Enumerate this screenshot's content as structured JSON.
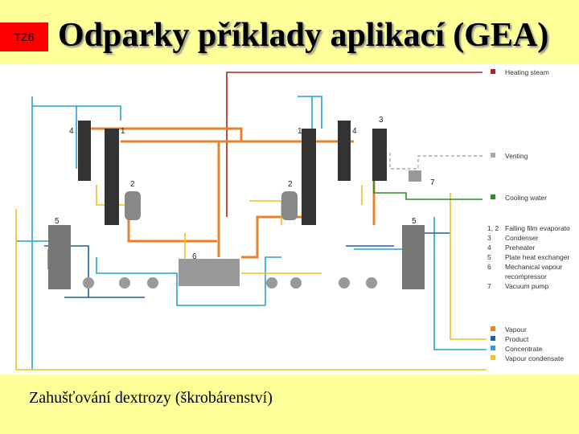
{
  "slide": {
    "badge": "TZ6",
    "title": "Odparky příklady aplikací (GEA)",
    "caption": "Zahušťování dextrozy (škrobárenství)"
  },
  "colors": {
    "background": "#ffff99",
    "badge": "#ff0000",
    "heating_steam": "#b22222",
    "venting": "#aaaaaa",
    "cooling_water": "#2e8b2e",
    "vapour": "#e8822a",
    "product": "#1f5fa8",
    "concentrate": "#2aa0d8",
    "vapour_condensate": "#f0c020"
  },
  "diagram": {
    "labels": {
      "n1_left": "1",
      "n1_right": "1",
      "n2_left": "2",
      "n2_right": "2",
      "n3": "3",
      "n4_left": "4",
      "n4_right": "4",
      "n5_left": "5",
      "n5_right": "5",
      "n6": "6",
      "n7": "7"
    },
    "legend_top": [
      {
        "key": "heating",
        "text": "Heating steam",
        "color": "#b22222"
      },
      {
        "key": "venting",
        "text": "Venting",
        "color": "#aaaaaa"
      },
      {
        "key": "cooling",
        "text": "Cooling water",
        "color": "#2e8b2e"
      }
    ],
    "components": [
      {
        "num": "1, 2",
        "text": "Falling film evaporato"
      },
      {
        "num": "3",
        "text": "Condenser"
      },
      {
        "num": "4",
        "text": "Preheater"
      },
      {
        "num": "5",
        "text": "Plate heat exchanger"
      },
      {
        "num": "6",
        "text": "Mechanical vapour"
      },
      {
        "num": "",
        "text": "recompressor"
      },
      {
        "num": "7",
        "text": "Vacuum pump"
      }
    ],
    "legend_bottom": [
      {
        "key": "vapour",
        "text": "Vapour",
        "color": "#e8822a"
      },
      {
        "key": "product",
        "text": "Product",
        "color": "#1f5fa8"
      },
      {
        "key": "concentrate",
        "text": "Concentrate",
        "color": "#2aa0d8"
      },
      {
        "key": "condensate",
        "text": "Vapour condensate",
        "color": "#f0c020"
      }
    ]
  }
}
